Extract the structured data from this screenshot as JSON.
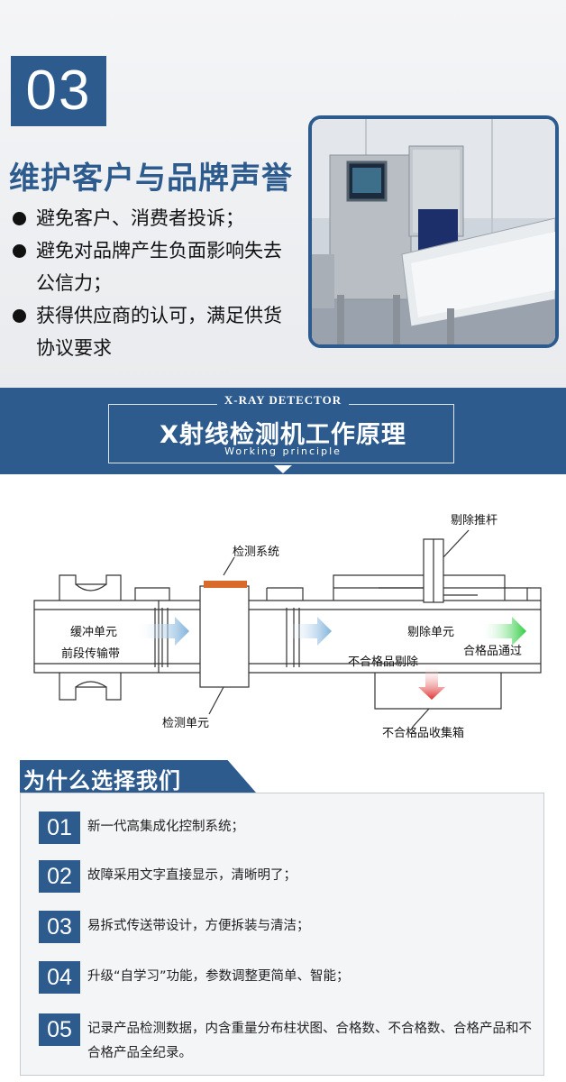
{
  "section1": {
    "number": "03",
    "title": "维护客户与品牌声誉",
    "bullets": [
      "避免客户、消费者投诉；",
      "避免对品牌产生负面影响失去公信力；",
      "获得供应商的认可，满足供货协议要求"
    ]
  },
  "banner": {
    "en_top": "X-RAY DETECTOR",
    "zh_title": "X射线检测机工作原理",
    "en_sub": "Working principle"
  },
  "diagram": {
    "labels": {
      "inspection_system": "检测系统",
      "reject_pusher": "剔除推杆",
      "buffer_unit": "缓冲单元",
      "front_conveyor": "前段传输带",
      "reject_unit": "剔除单元",
      "pass_through": "合格品通过",
      "reject_defective": "不合格品剔除",
      "inspection_unit": "检测单元",
      "reject_bin": "不合格品收集箱"
    }
  },
  "why": {
    "title": "为什么选择我们",
    "items": [
      {
        "num": "01",
        "text": "新一代高集成化控制系统；"
      },
      {
        "num": "02",
        "text": "故障采用文字直接显示，清晰明了；"
      },
      {
        "num": "03",
        "text": "易拆式传送带设计，方便拆装与清洁；"
      },
      {
        "num": "04",
        "text": "升级“自学习”功能，参数调整更简单、智能；"
      },
      {
        "num": "05",
        "text": "记录产品检测数据，内含重量分布柱状图、合格数、不合格数、合格产品和不合格产品全纪录。"
      }
    ]
  },
  "colors": {
    "brand_blue": "#2d5b8e",
    "arrow_blue": "#7fb2dc",
    "arrow_green": "#2ecc40",
    "arrow_red": "#e03030",
    "sensor_orange": "#d86a2c"
  }
}
